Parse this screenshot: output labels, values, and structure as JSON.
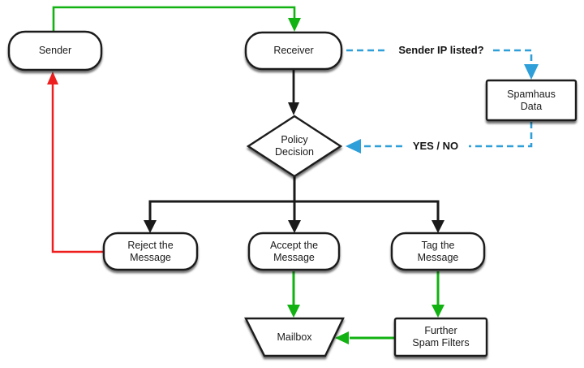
{
  "diagram": {
    "nodes": {
      "sender": {
        "label": "Sender",
        "shape": "rounded"
      },
      "receiver": {
        "label": "Receiver",
        "shape": "rounded"
      },
      "spamhaus": {
        "label": "Spamhaus\nData",
        "shape": "rect"
      },
      "policy": {
        "label": "Policy\nDecision",
        "shape": "diamond"
      },
      "reject": {
        "label": "Reject the\nMessage",
        "shape": "rounded"
      },
      "accept": {
        "label": "Accept the\nMessage",
        "shape": "rounded"
      },
      "tag": {
        "label": "Tag the\nMessage",
        "shape": "rounded"
      },
      "mailbox": {
        "label": "Mailbox",
        "shape": "trapezoid"
      },
      "further": {
        "label": "Further\nSpam Filters",
        "shape": "rect"
      }
    },
    "edge_labels": {
      "ip_listed": "Sender IP listed?",
      "yes_no": "YES / NO"
    },
    "colors": {
      "flow_green": "#12b212",
      "reject_red": "#ee1e1e",
      "query_blue": "#2e9fd8",
      "line_black": "#1a1a1a",
      "node_fill": "#ffffff"
    }
  }
}
